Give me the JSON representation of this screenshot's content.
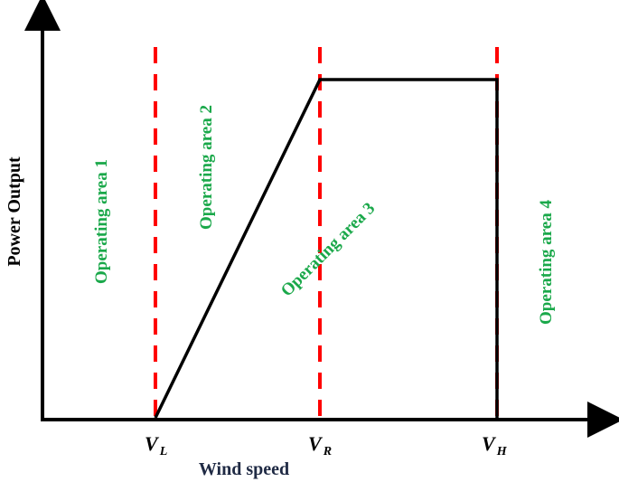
{
  "axes": {
    "x_label": "Wind speed",
    "y_label": "Power Output"
  },
  "ticks": [
    {
      "main": "V",
      "sub": "L"
    },
    {
      "main": "V",
      "sub": "R"
    },
    {
      "main": "V",
      "sub": "H"
    }
  ],
  "areas": [
    "Operating area 1",
    "Operating area 2",
    "Operating area 3",
    "Operating area 4"
  ],
  "colors": {
    "axis": "#000000",
    "curve": "#000000",
    "dashed": "#ff0000",
    "area_text": "#1aa84a",
    "x_label": "#1f2a44",
    "y_label": "#000000"
  }
}
